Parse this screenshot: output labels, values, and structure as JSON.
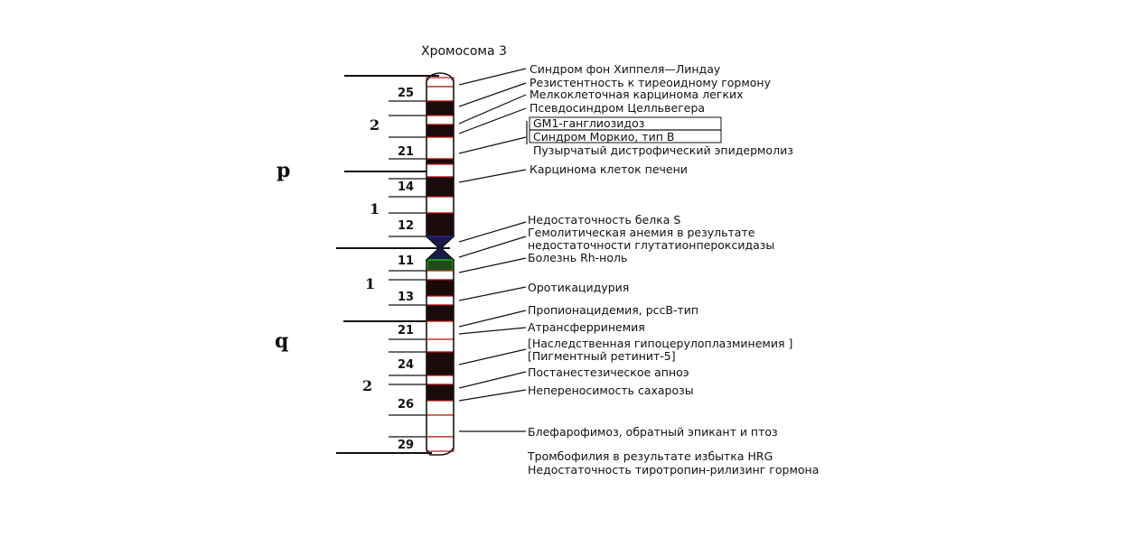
{
  "title": "Хромосома 3",
  "arms": {
    "p": "p",
    "q": "q"
  },
  "regions": {
    "p2": "2",
    "p1": "1",
    "q1": "1",
    "q2": "2"
  },
  "bands": [
    "25",
    "21",
    "14",
    "12",
    "11",
    "13",
    "21",
    "24",
    "26",
    "29"
  ],
  "diseases": [
    "Синдром фон Хиппеля—Линдау",
    "Резистентность к тиреоидному гормону",
    "Мелкоклеточная карцинома легких",
    "Псевдосиндром Целльвегера",
    "GM1-ганглиозидоз",
    "Синдром Моркио, тип В",
    "Пузырчатый дистрофический эпидермолиз",
    "Карцинома клеток печени",
    "Недостаточность белка S",
    "Гемолитическая анемия в результате",
    "недостаточности глутатионпероксидазы",
    "Болезнь Rh-ноль",
    "Оротикацидурия",
    "Пропионацидемия, pccB-тип",
    "Атрансферринемия",
    "[Наследственная гипоцерулоплазминемия ]",
    "[Пигментный ретинит-5]",
    "Постанестезическое апноэ",
    "Непереносимость сахарозы",
    "Блефарофимоз, обратный эпикант и птоз",
    "Тромбофилия в результате избытка HRG",
    "Недостаточность тиротропин-рилизинг гормона"
  ]
}
